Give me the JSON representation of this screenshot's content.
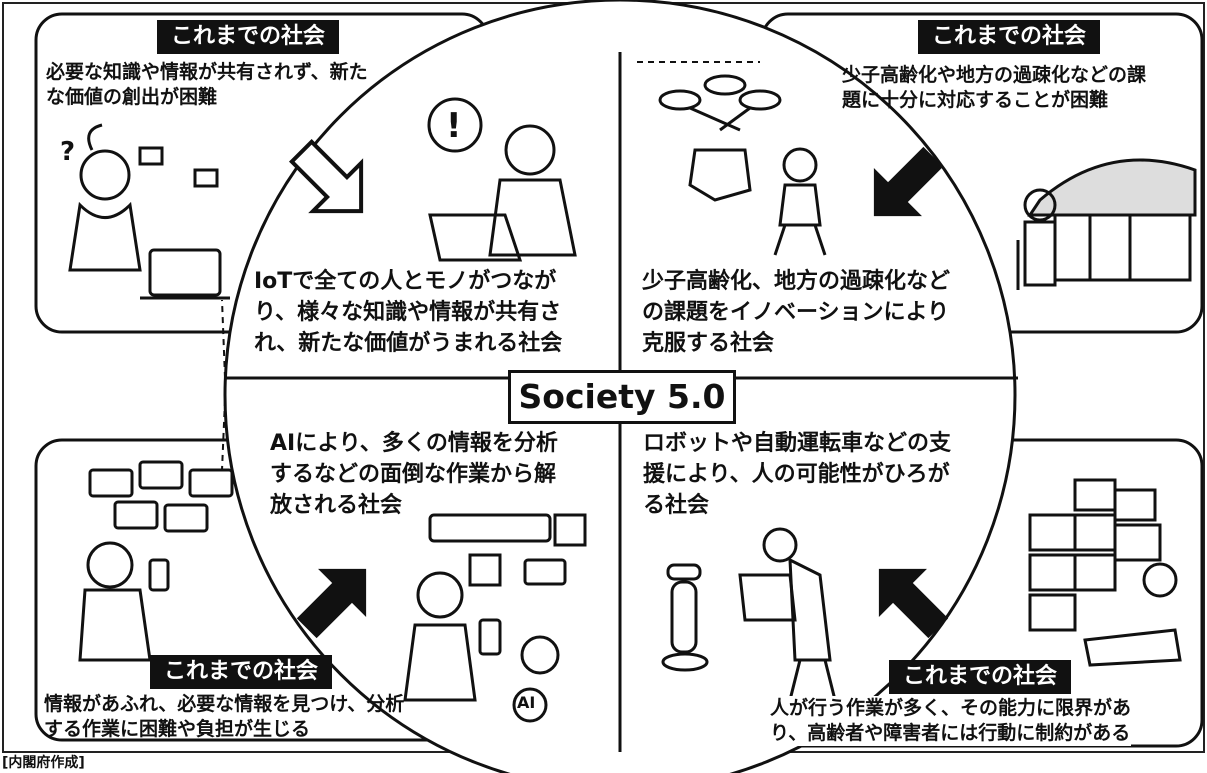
{
  "center_label": "Society 5.0",
  "top_left": {
    "tag": "これまでの社会",
    "problem_line1": "必要な知識や情報が共有されず、新た",
    "problem_line2": "な価値の創出が困難",
    "solution_line1": "IoTで全ての人とモノがつなが",
    "solution_line2": "り、様々な知識や情報が共有さ",
    "solution_line3": "れ、新たな価値がうまれる社会"
  },
  "top_right": {
    "tag": "これまでの社会",
    "problem_line1": "少子高齢化や地方の過疎化などの課",
    "problem_line2": "題に十分に対応することが困難",
    "solution_line1": "少子高齢化、地方の過疎化など",
    "solution_line2": "の課題をイノベーションにより",
    "solution_line3": "克服する社会"
  },
  "bottom_left": {
    "tag": "これまでの社会",
    "problem_line1": "情報があふれ、必要な情報を見つけ、分析",
    "problem_line2": "する作業に困難や負担が生じる",
    "solution_line1": "AIにより、多くの情報を分析",
    "solution_line2": "するなどの面倒な作業から解",
    "solution_line3": "放される社会",
    "ai_badge": "AI"
  },
  "bottom_right": {
    "tag": "これまでの社会",
    "problem_line1": "人が行う作業が多く、その能力に限界があ",
    "problem_line2": "り、高齢者や障害者には行動に制約がある",
    "solution_line1": "ロボットや自動運転車などの支",
    "solution_line2": "援により、人の可能性がひろが",
    "solution_line3": "る社会"
  },
  "source_note": "[内閣府作成]",
  "colors": {
    "ink": "#111111",
    "background": "#ffffff",
    "label_bg": "#111111",
    "label_text": "#ffffff"
  }
}
